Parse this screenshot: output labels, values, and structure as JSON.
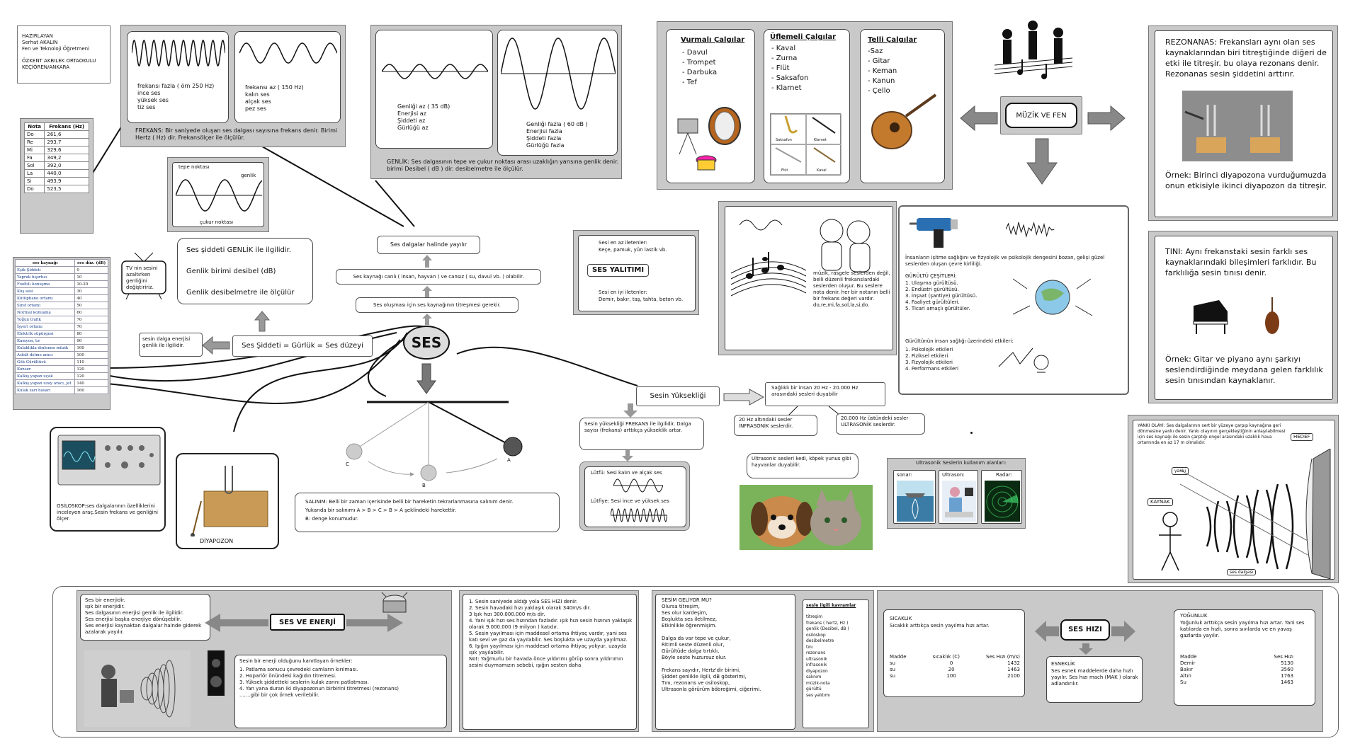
{
  "author": {
    "line1": "HAZIRLAYAN",
    "line2": "Serhat AKALIN",
    "line3": "Fen ve Teknoloji Öğretmeni",
    "line4": "ÖZKENT AKBILEK ORTAOKULU",
    "line5": "KEÇİÖREN/ANKARA"
  },
  "note_table": {
    "headers": [
      "Nota",
      "Frekans (Hz)"
    ],
    "rows": [
      [
        "Do",
        "261,6"
      ],
      [
        "Re",
        "293,7"
      ],
      [
        "Mi",
        "329,6"
      ],
      [
        "Fa",
        "349,2"
      ],
      [
        "Sol",
        "392,0"
      ],
      [
        "La",
        "440,0"
      ],
      [
        "Si",
        "493,9"
      ],
      [
        "Do",
        "523,5"
      ]
    ]
  },
  "frequency": {
    "high_l1": "frekansı fazla ( örn 250 Hz)",
    "high_l2": "ince ses",
    "high_l3": "yüksek ses",
    "high_l4": "tiz ses",
    "low_l1": "frekansı az ( 150 Hz)",
    "low_l2": "kalın ses",
    "low_l3": "alçak ses",
    "low_l4": "pez ses",
    "definition": "FREKANS: Bir saniyede oluşan ses dalgası sayısına frekans denir. Birimi Hertz ( Hz) dir. Frekansölçer ile ölçülür."
  },
  "amplitude": {
    "low_l1": "Genliği az ( 35 dB)",
    "low_l2": "Enerjisi az",
    "low_l3": "Şiddeti az",
    "low_l4": "Gürlüğü az",
    "high_l1": "Genliği fazla ( 60 dB )",
    "high_l2": "Enerjisi fazla",
    "high_l3": "Şiddeti fazla",
    "high_l4": "Gürlüğü fazla",
    "definition": "GENLİK: Ses dalgasının tepe ve çukur noktası arası uzaklığın yarısına genlik denir. birimi Desibel ( dB ) dir. desibelmetre ile ölçülür."
  },
  "wave_diagram": {
    "crest": "tepe noktası",
    "amplitude": "genlik",
    "trough": "çukur noktası"
  },
  "intensity_info": {
    "l1": "Ses şiddeti GENLİK ile ilgilidir.",
    "l2": "Genlik birimi desibel (dB)",
    "l3": "Genlik desibelmetre ile ölçülür"
  },
  "tv_note": "TV nin sesini azaltırken genliğini değiştiririz.",
  "sound_levels": {
    "header_source": "ses kaynağı",
    "header_db": "ses düz. (dB)",
    "rows": [
      [
        "Eşik Şiddeti",
        "0"
      ],
      [
        "Yaprak hışırtısı",
        "10"
      ],
      [
        "Fısıltılı konuşma",
        "10-20"
      ],
      [
        "Kuş sesi",
        "30"
      ],
      [
        "Kütüphane ortamı",
        "40"
      ],
      [
        "Sınıf ortamı",
        "50"
      ],
      [
        "Normal konuşma",
        "60"
      ],
      [
        "Yoğun trafik",
        "70"
      ],
      [
        "İşyeri ortamı",
        "70"
      ],
      [
        "Elektrik süpürgesi",
        "80"
      ],
      [
        "Kamyon, tır",
        "90"
      ],
      [
        "Kulaklıkla dinlenen müzik",
        "100"
      ],
      [
        "Asfalt delme aracı",
        "100"
      ],
      [
        "Gök Gürültüsü",
        "110"
      ],
      [
        "Konser",
        "120"
      ],
      [
        "Kalkış yapan uçak",
        "120"
      ],
      [
        "Kalkış yapan uzay aracı, jet",
        "140"
      ],
      [
        "Kulak zarı hasarı",
        "160"
      ]
    ]
  },
  "energy_note": "sesin dalga enerjisi genlik ile ilgilidir.",
  "intensity_eq": "Ses Şiddeti = Gürlük = Ses düzeyi",
  "center": "SES",
  "chain": {
    "waves": "Ses dalgalar halinde yayılır",
    "sources": "Ses kaynağı canlı ( insan, hayvan ) ve cansız ( su, davul vb. ) olabilir.",
    "vibration": "Ses oluşması için ses kaynağının titreşmesi gerekir."
  },
  "insulation": {
    "title": "SES YALITIMI",
    "worst_l1": "Sesi en az iletenler:",
    "worst_l2": "Keçe, pamuk, yün lastik vb.",
    "best_l1": "Sesi en iyi iletenler:",
    "best_l2": "Demir, bakır, taş, tahta, beton vb."
  },
  "oscilloscope": {
    "text": "OSİLOSKOP:ses dalgalarının özelliklerini inceleyen araç.Sesin frekans ve genliğini ölçer."
  },
  "tuning_fork": "DİYAPOZON",
  "pendulum": {
    "a": "A",
    "b": "B",
    "c": "C",
    "text_l1": "SALINIM: Belli bir zaman içerisinde belli bir hareketin tekrarlanmasına salınım denir.",
    "text_l2": "Yukarıda bir salınımı  A > B > C > B > A şeklindeki harekettir.",
    "text_l3": "B: denge konumudur."
  },
  "pitch": {
    "title": "Sesin Yüksekliği",
    "text": "Sesin yüksekliği FREKANS ile ilgilidir. Dalga sayısı (frekans) arttıkça yükseklik artar.",
    "low": "Lütfü: Sesi kalın ve alçak ses",
    "high": "Lütfiye: Sesi ince ve yüksek ses"
  },
  "hearing": {
    "range": "Sağlıklı bir insan 20 Hz - 20.000 Hz arasındaki sesleri duyabilir",
    "infra": "20 Hz altındaki sesler İNFRASONİK seslerdir.",
    "ultra": "20.000 Hz üstündeki sesler ULTRASONİK seslerdir.",
    "animals": "Ultrasonic sesleri kedi, köpek yunus gibi hayvanlar duyabilir.",
    "uses_title": "Ultrasonik Seslerin kullanım alanları:",
    "sonar": "sonar:",
    "ultrason": "Ultrason:",
    "radar": "Radar:"
  },
  "instruments": {
    "percussion_title": "Vurmalı Çalgılar",
    "percussion": [
      "- Davul",
      "- Trompet",
      "- Darbuka",
      "- Tef"
    ],
    "wind_title": "Üflemeli Çalgılar",
    "wind": [
      "- Kaval",
      "- Zurna",
      "- Flüt",
      "- Saksafon",
      "- Klarnet"
    ],
    "wind_pics": [
      "Saksafon",
      "Klarnet",
      "Flüt",
      "Kaval"
    ],
    "string_title": "Telli Çalgılar",
    "string": [
      "-Saz",
      "- Gitar",
      "- Keman",
      "- Kanun",
      "- Çello"
    ]
  },
  "music": {
    "title": "MÜZİK VE FEN"
  },
  "resonance": {
    "l1": "REZONANAS: Frekansları aynı olan ses kaynaklarından biri titreştiğinde diğeri de etki ile titreşir. bu olaya rezonans denir. Rezonanas sesin şiddetini arttırır.",
    "l2": "Örnek: Birinci diyapozona vurduğumuzda onun etkisiyle ikinci diyapozon da titreşir."
  },
  "music_text": "müzik, rasgele seslerden değil, belli düzenli frekanslardaki seslerden oluşur. Bu seslere nota denir. her bir notanın belli bir frekans değeri vardır. do,re,mi,fa,sol,la,si,do.",
  "noise": {
    "intro": "İnsanların işitme sağlığını ve fizyolojik ve psikolojik dengesini bozan, gelişi güzel seslerden oluşan çevre kirliliği.",
    "types_title": "GÜRÜLTÜ ÇEŞİTLERİ:",
    "types": [
      "1. Ulaşıma gürültüsü.",
      "2. Endüstri gürültüsü.",
      "3. İnşaat (şantiye) gürültüsü.",
      "4. Faaliyet gürültüleri.",
      "5. Ticari amaçlı gürültüler."
    ],
    "effects_title": "Gürültünün insan sağlığı üzerindeki etkileri:",
    "effects": [
      "1. Psikolojik etkileri",
      "2. Fiziksel etkileri",
      "3. Fizyolojik etkileri",
      "4. Performans etkileri"
    ]
  },
  "timbre": {
    "l1": "TINI: Aynı frekanstaki sesin farklı ses kaynaklarındaki bileşimleri farklıdır. Bu farklılığa sesin tınısı denir.",
    "l2": "Örnek: Gitar ve piyano aynı şarkıyı seslendirdiğinde meydana gelen farklılık sesin tınısından kaynaklanır."
  },
  "echo": {
    "text": "YANKI OLAYI: Ses dalgalarının sert bir yüzeye çarpıp kaynağına geri dönmesine yankı denir. Yankı olayının gerçekleştiğinin anlaşılabilmesi için ses kaynağı ile sesin çarptığı engel arasındaki uzaklık hava ortamında en az 17 m olmalıdır.",
    "target": "HEDEF",
    "echo": "yankı",
    "source": "KAYNAK",
    "wave": "ses dalgası"
  },
  "energy": {
    "title": "SES VE ENERJİ",
    "left_l1": "Ses bir enerjidir.",
    "left_l2": "ışık bir enerjidir.",
    "left_l3": "Ses dalgasının enerjisi genlik ile ilgilidir.",
    "left_l4": "Ses enerjisi başka enerjiye dönüşebilir.",
    "left_l5": "Ses enerjisi kaynaktan dalgalar hainde giderek azalarak yayılır.",
    "ex_title": "Sesin bir enerji olduğunu kanıtlayan örnekler:",
    "examples": [
      "1. Patlama sonucu çevredeki camların kırılması.",
      "2. Hoparlör önündeki kağıdın titremesi.",
      "3. Yüksek şiddetteki seslerin kulak zarını patlatması.",
      "4. Yan yana duran iki diyapozonun birbirini titretmesi (rezonans)",
      ".......gibi bir çok örnek verilebilir."
    ]
  },
  "speed_info": [
    "1. Sesin saniyede aldığı yola SES HIZI denir.",
    "2. Sesin havadaki hızı yaklaşık olarak 340m/s dir.",
    "3 Işık hızı 300.000.000 m/s dir.",
    "4. Yani ışık hızı ses hızından fazladır. ışık hızı sesin hızının yaklaşık olarak 9.000.000 (9 milyon ) katıdır.",
    "5. Sesin yayılması için maddesel ortama ihtiyaç vardır, yani ses katı sevi ve gaz da yayılabilir. Ses boşlukta ve uzayda yayılmaz.",
    "6. Işığın yayılması için maddesel ortama ihtiyaç yokyur, uzayda ışık yayılabilir.",
    "Not: Yağmurlu bir havada önce yıldırımı görüp sonra yıldırımın sesini duymamızın sebebi, ışığın sesten daha"
  ],
  "poem": {
    "lines": [
      "SESİM GELİYOR MU?",
      "Olursa titreşim,",
      "Ses olur kardeşim,",
      "Boşlukta ses iletilmez,",
      "Etkinlikle öğrenmişim.",
      "",
      "Dalga da var tepe ve çukur,",
      "Ritimli seste düzenli olur,",
      "Gürültüde dalga tırtıklı,",
      "Böyle seste huzursuz olur.",
      "",
      "Frekans sayıdır, Hertz'dir birimi,",
      "Şiddet genlikle ilgili, dB gösterimi,",
      "Tını, rezonans ve osiloskop,",
      "Ultrasonla görürüm böbreğimi, ciğerimi."
    ]
  },
  "concepts": {
    "title": "sesle ilgili kavramlar",
    "items": [
      "titreşim",
      "frekans ( hertz, Hz )",
      "genlik (Desibel, dB )",
      "osiloskop",
      "desibelmetre",
      "tını",
      "rezonans",
      "ultrasonik",
      "infrasonik",
      "diyapozon",
      "salınım",
      "müzik-nota",
      "gürültü",
      "ses yalıtımı"
    ]
  },
  "speed": {
    "title": "SES HIZI",
    "temp_title": "SICAKLIK",
    "temp_text": "Sıcaklık arttıkça sesin yayılma hızı artar.",
    "temp_headers": [
      "Madde",
      "sıcaklık (C)",
      "Ses Hızı (m/s)"
    ],
    "temp_rows": [
      [
        "su",
        "0",
        "1432"
      ],
      [
        "su",
        "20",
        "1463"
      ],
      [
        "su",
        "100",
        "2100"
      ]
    ],
    "density_title": "YOĞUNLUK",
    "density_text": "Yoğunluk arttıkça sesin yayılma hızı artar. Yani ses katılarda en hızlı, sonra sıvılarda ve en yavaş gazlarda yayılır.",
    "density_headers": [
      "Madde",
      "Ses Hızı"
    ],
    "density_rows": [
      [
        "Demir",
        "5130"
      ],
      [
        "Bakır",
        "3560"
      ],
      [
        "Altın",
        "1763"
      ],
      [
        "Su",
        "1463"
      ]
    ],
    "elastic_title": "ESNEKLİK",
    "elastic_text": "Ses esnek maddelerde daha hızlı yayılır. Ses hızı mach (MAK ) olarak adlandırılır."
  }
}
